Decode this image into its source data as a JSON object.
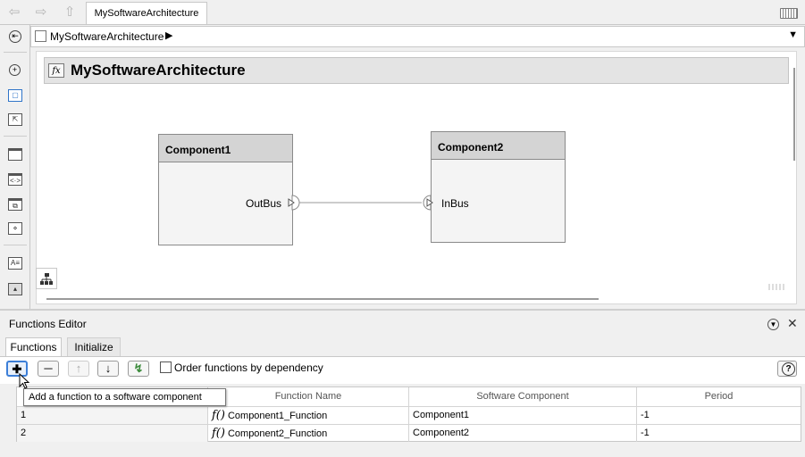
{
  "window": {
    "tab_title": "MySoftwareArchitecture",
    "breadcrumb": "MySoftwareArchitecture"
  },
  "canvas": {
    "title": "MySoftwareArchitecture",
    "components": [
      {
        "name": "Component1",
        "port": "OutBus"
      },
      {
        "name": "Component2",
        "port": "InBus"
      }
    ]
  },
  "functions_editor": {
    "title": "Functions Editor",
    "tabs": [
      "Functions",
      "Initialize"
    ],
    "active_tab": "Functions",
    "order_checkbox_label": "Order functions by dependency",
    "order_checkbox_checked": false,
    "tooltip": "Add a function to a software component",
    "columns": [
      "",
      "Function Name",
      "Software Component",
      "Period"
    ],
    "rows": [
      {
        "index": "1",
        "function": "Component1_Function",
        "component": "Component1",
        "period": "-1"
      },
      {
        "index": "2",
        "function": "Component2_Function",
        "component": "Component2",
        "period": "-1"
      }
    ]
  },
  "icons": {
    "back": "back-arrow-icon",
    "forward": "forward-arrow-icon",
    "up": "up-arrow-icon",
    "keyboard": "keyboard-icon",
    "add": "plus-icon",
    "remove": "minus-icon",
    "move_up": "move-up-icon",
    "move_down": "move-down-icon",
    "import": "import-layers-icon",
    "help": "help-icon",
    "function": "function-icon"
  },
  "colors": {
    "accent": "#3c7fd8",
    "canvas_bg": "#ffffff",
    "component_header": "#d4d4d4"
  }
}
